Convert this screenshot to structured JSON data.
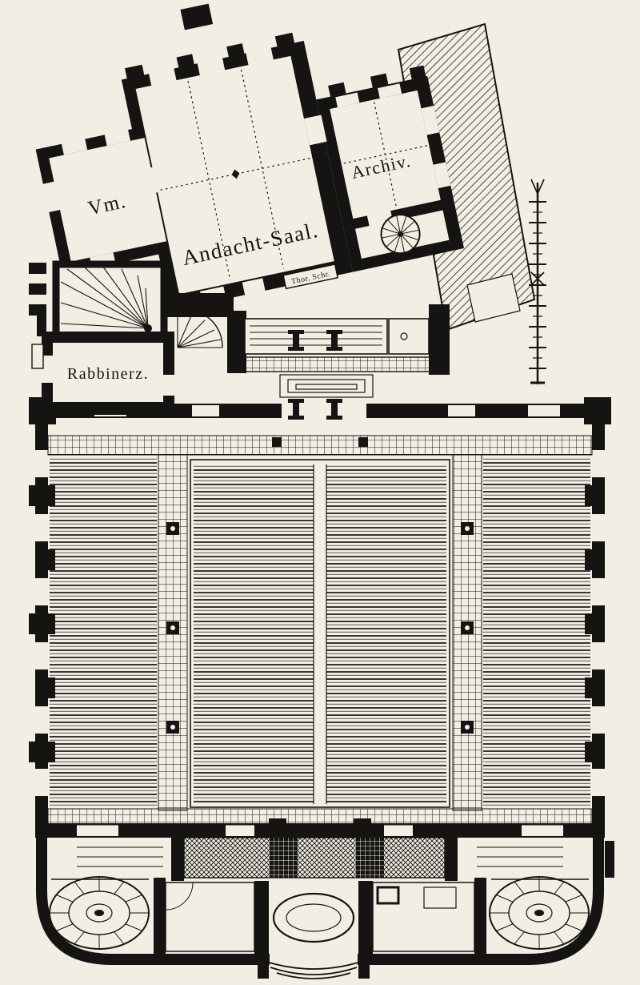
{
  "colors": {
    "paper": "#f2eee3",
    "ink": "#161412"
  },
  "plan": {
    "room_labels": {
      "vorraum": "Vm.",
      "andacht_saal": "Andacht-Saal.",
      "archiv": "Archiv.",
      "thora_schrein": "Thor. Schr.",
      "rabbinerzimmer": "Rabbinerz."
    }
  }
}
